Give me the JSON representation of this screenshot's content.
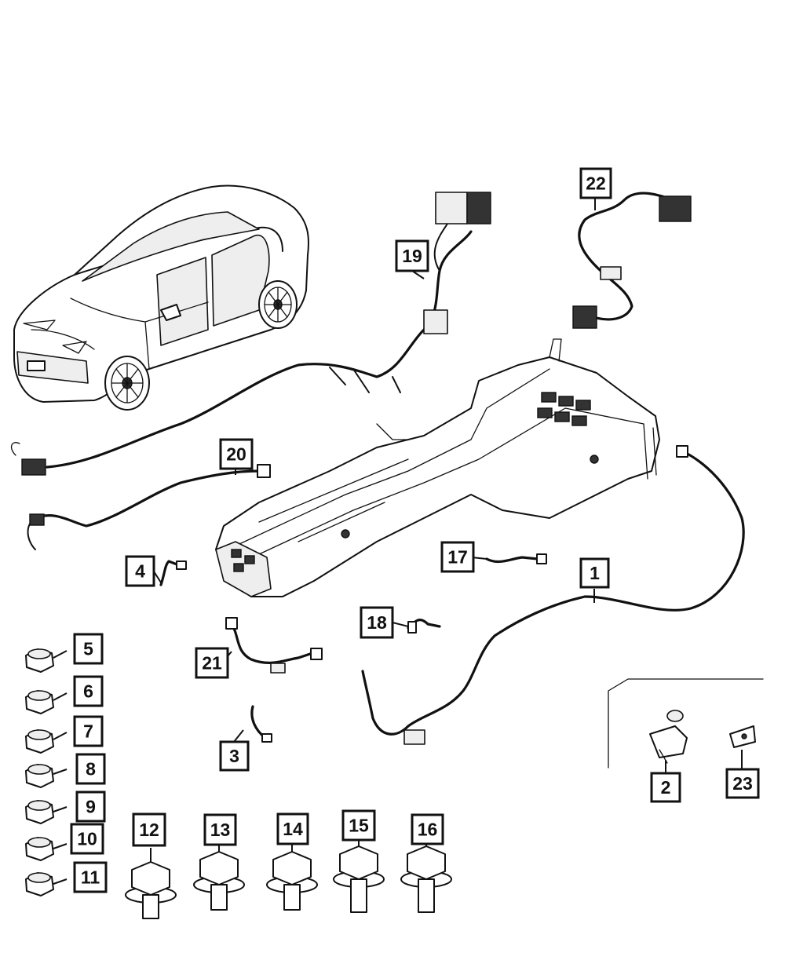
{
  "diagram": {
    "callouts": [
      {
        "id": "c1",
        "label": "1"
      },
      {
        "id": "c2",
        "label": "2"
      },
      {
        "id": "c3",
        "label": "3"
      },
      {
        "id": "c4",
        "label": "4"
      },
      {
        "id": "c5",
        "label": "5"
      },
      {
        "id": "c6",
        "label": "6"
      },
      {
        "id": "c7",
        "label": "7"
      },
      {
        "id": "c8",
        "label": "8"
      },
      {
        "id": "c9",
        "label": "9"
      },
      {
        "id": "c10",
        "label": "10"
      },
      {
        "id": "c11",
        "label": "11"
      },
      {
        "id": "c12",
        "label": "12"
      },
      {
        "id": "c13",
        "label": "13"
      },
      {
        "id": "c14",
        "label": "14"
      },
      {
        "id": "c15",
        "label": "15"
      },
      {
        "id": "c16",
        "label": "16"
      },
      {
        "id": "c17",
        "label": "17"
      },
      {
        "id": "c18",
        "label": "18"
      },
      {
        "id": "c19",
        "label": "19"
      },
      {
        "id": "c20",
        "label": "20"
      },
      {
        "id": "c21",
        "label": "21"
      },
      {
        "id": "c22",
        "label": "22"
      },
      {
        "id": "c23",
        "label": "23"
      }
    ],
    "vehicle_icon": "suv-vehicle-illustration",
    "colors": {
      "line": "#111111",
      "background": "#ffffff"
    }
  }
}
